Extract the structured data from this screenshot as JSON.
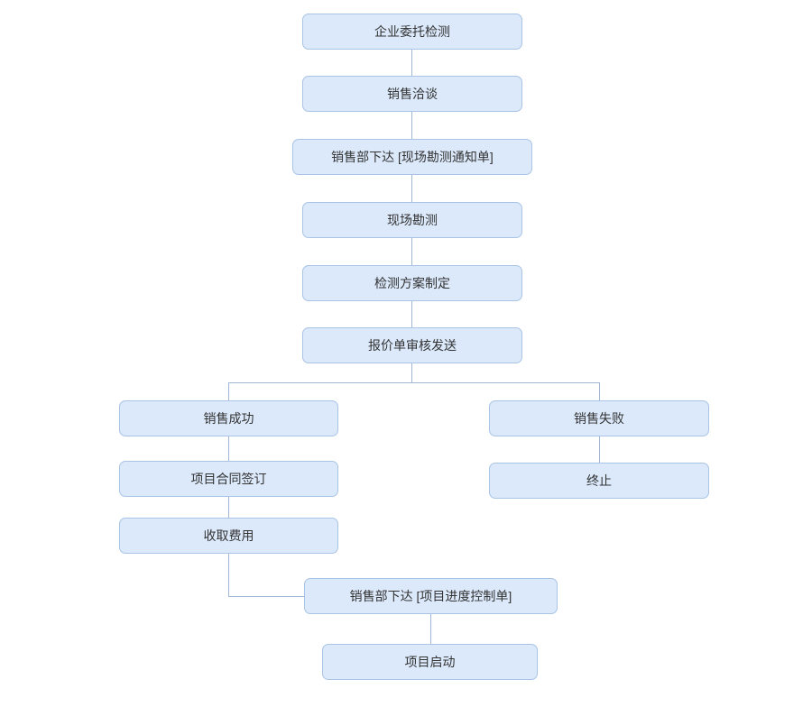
{
  "diagram": {
    "nodes": {
      "entrust": {
        "label": "企业委托检测"
      },
      "negotiation": {
        "label": "销售洽谈"
      },
      "survey_notice": {
        "label": "销售部下达 [现场勘测通知单]"
      },
      "survey": {
        "label": "现场勘测"
      },
      "plan": {
        "label": "检测方案制定"
      },
      "quotation": {
        "label": "报价单审核发送"
      },
      "success": {
        "label": "销售成功"
      },
      "failure": {
        "label": "销售失败"
      },
      "contract": {
        "label": "项目合同签订"
      },
      "terminate": {
        "label": "终止"
      },
      "fee": {
        "label": "收取费用"
      },
      "progress": {
        "label": "销售部下达 [项目进度控制单]"
      },
      "start": {
        "label": "项目启动"
      }
    },
    "edges": [
      {
        "from": "entrust",
        "to": "negotiation"
      },
      {
        "from": "negotiation",
        "to": "survey_notice"
      },
      {
        "from": "survey_notice",
        "to": "survey"
      },
      {
        "from": "survey",
        "to": "plan"
      },
      {
        "from": "plan",
        "to": "quotation"
      },
      {
        "from": "quotation",
        "to": "success"
      },
      {
        "from": "quotation",
        "to": "failure"
      },
      {
        "from": "success",
        "to": "contract"
      },
      {
        "from": "failure",
        "to": "terminate"
      },
      {
        "from": "contract",
        "to": "fee"
      },
      {
        "from": "fee",
        "to": "progress"
      },
      {
        "from": "progress",
        "to": "start"
      }
    ],
    "colors": {
      "node_fill": "#dbe9fb",
      "node_border": "#a9c4e4",
      "connector": "#9fb6d4",
      "text": "#333333",
      "background": "#ffffff"
    }
  }
}
